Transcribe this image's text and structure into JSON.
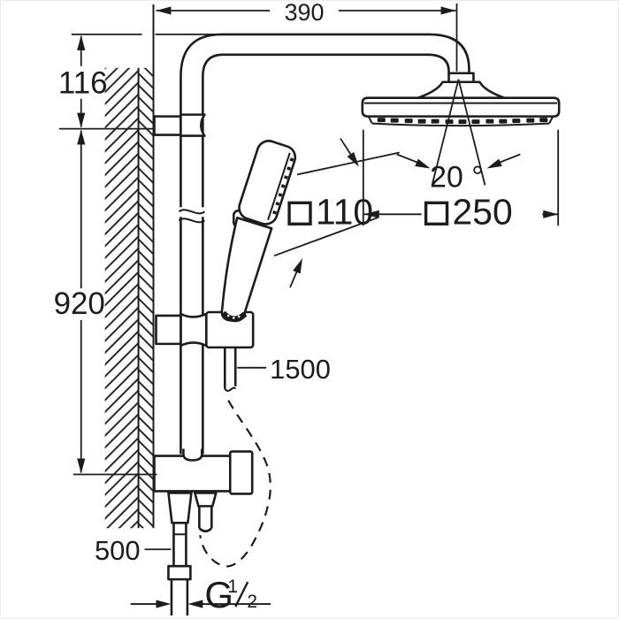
{
  "title": "Shower system technical dimension drawing",
  "colors": {
    "line": "#1c1c1c",
    "background": "#ffffff",
    "frame": "#ececec"
  },
  "dimensions": {
    "arm_reach": "390",
    "arm_offset": "116",
    "rail_height": "920",
    "spray_angle": "20 °",
    "hand_shower_size": "110",
    "head_shower_size": "250",
    "hose_length": "1500",
    "supply_hose_length": "500",
    "thread": {
      "letter": "G",
      "numerator": "1",
      "denominator": "2"
    }
  },
  "symbols": {
    "hand_shower_square": "square-outline-icon",
    "head_shower_square": "square-outline-icon",
    "wall_hatch": "wall-section-hatch",
    "knurl": "knurled-nut-crosshatch"
  }
}
